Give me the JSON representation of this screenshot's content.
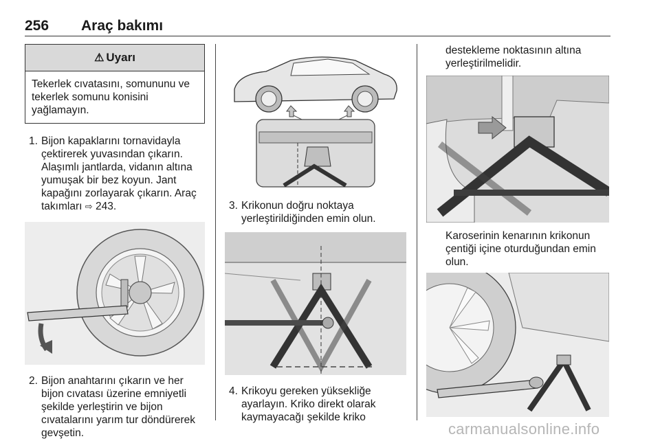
{
  "header": {
    "page_number": "256",
    "title": "Araç bakımı"
  },
  "warning": {
    "symbol": "⚠",
    "title": "Uyarı",
    "text": "Tekerlek cıvatasını, somununu ve tekerlek somunu konisini yağlamayın."
  },
  "steps": [
    {
      "num": "1.",
      "text": "Bijon kapaklarını tornavidayla çektirerek yuvasından çıkarın. Alaşımlı jantlarda, vidanın altına yumuşak bir bez koyun. Jant kapağını zorlayarak çıkarın. Araç takımları",
      "ref_icon": "reference-arrow-icon",
      "ref_page": "243."
    },
    {
      "num": "2.",
      "text": "Bijon anahtarını çıkarın ve her bijon cıvatası üzerine emniyetli şekilde yerleştirin ve bijon cıvatalarını yarım tur döndürerek gevşetin."
    },
    {
      "num": "3.",
      "text": "Krikonun doğru noktaya yerleştirildiğinden emin olun."
    },
    {
      "num": "4.",
      "text": "Krikoyu gereken yüksekliğe ayarlayın. Kriko direkt olarak kaymayacağı şekilde kriko"
    }
  ],
  "col3_text_top": "destekleme noktasının altına yerleştirilmelidir.",
  "col3_text_mid": "Karoserinin kenarının krikonun çentiği içine oturduğundan emin olun.",
  "watermark": "carmanualsonline.info"
}
